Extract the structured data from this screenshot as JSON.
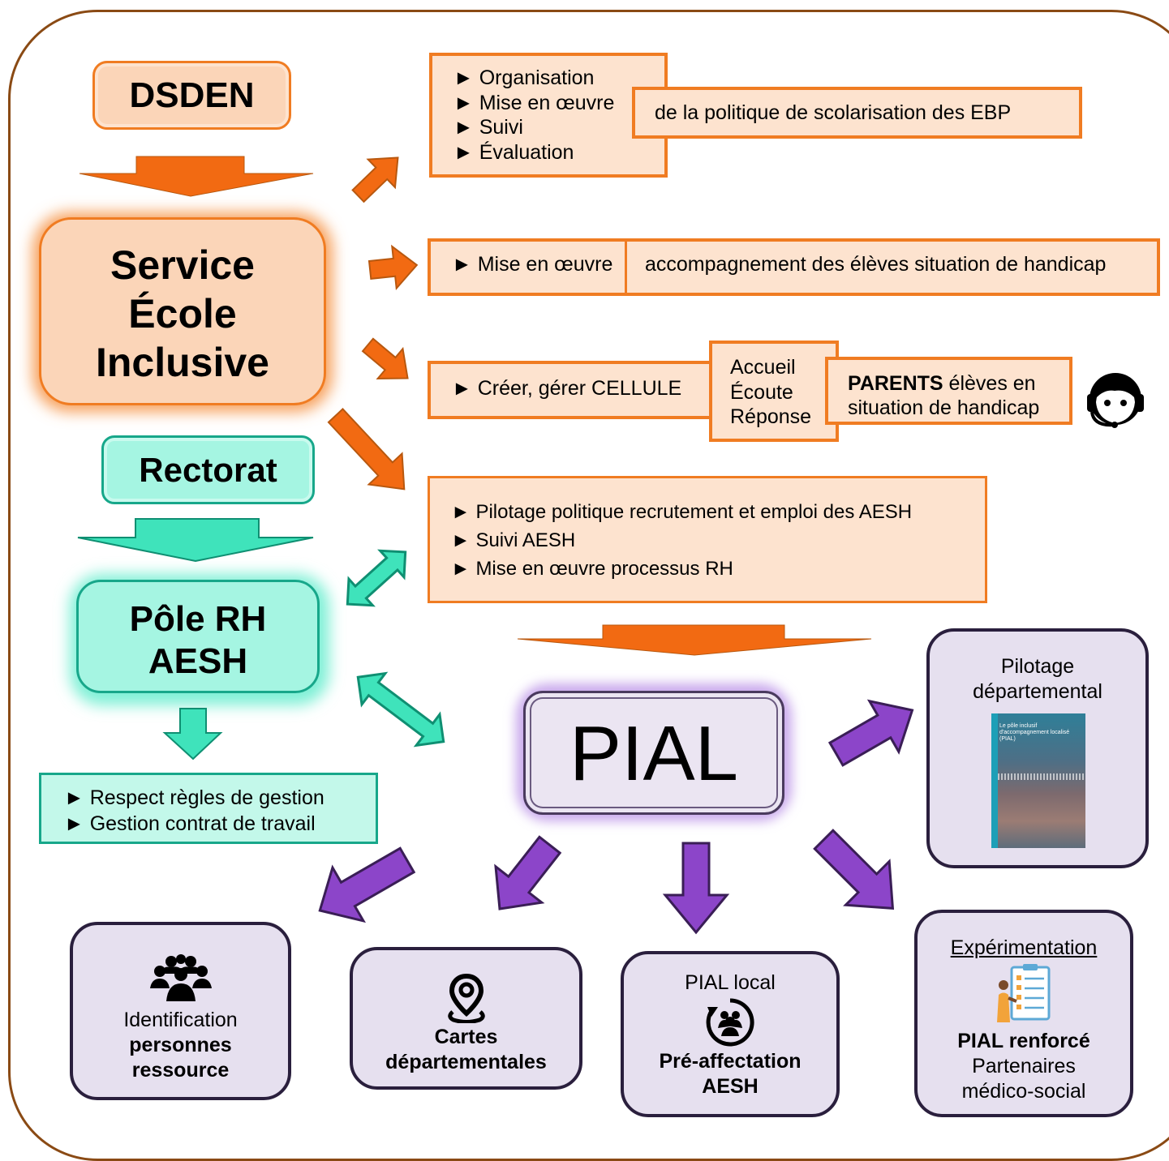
{
  "left": {
    "dsden": "DSDEN",
    "sei": [
      "Service",
      "École",
      "Inclusive"
    ],
    "rectorat": "Rectorat",
    "pole": [
      "Pôle RH",
      "AESH"
    ],
    "gestion": [
      "Respect règles de gestion",
      "Gestion contrat de travail"
    ]
  },
  "right": {
    "box1": {
      "items": [
        "Organisation",
        "Mise en œuvre",
        "Suivi",
        "Évaluation"
      ],
      "detail": "de la politique de scolarisation des EBP"
    },
    "box2": {
      "item": "Mise en œuvre",
      "detail": "accompagnement des élèves situation de handicap"
    },
    "box3": {
      "item": "Créer, gérer CELLULE",
      "accueil": [
        "Accueil",
        "Écoute",
        "Réponse"
      ],
      "parents_bold": "PARENTS",
      "parents_rest": " élèves en",
      "parents_line2": "situation de handicap"
    },
    "box4": {
      "items": [
        "Pilotage politique recrutement et emploi des AESH",
        "Suivi AESH",
        "Mise en œuvre processus RH"
      ]
    }
  },
  "pial": "PIAL",
  "pilotage": {
    "line1": "Pilotage",
    "line2": "départemental",
    "cover_title": "Le pôle inclusif d'accompagnement localisé (PIAL)"
  },
  "identification": {
    "line1": "Identification",
    "line2": "personnes",
    "line3": "ressource"
  },
  "cartes": {
    "line1": "Cartes",
    "line2": "départementales"
  },
  "pial_local": {
    "line1": "PIAL local",
    "line2": "Pré-affectation",
    "line3": "AESH"
  },
  "experimentation": {
    "title": "Expérimentation",
    "line1": "PIAL renforcé",
    "line2": "Partenaires",
    "line3": "médico-social"
  },
  "bullet": "►",
  "icons": [
    "headset-person-icon",
    "group-people-icon",
    "map-pin-icon",
    "people-cycle-icon",
    "checklist-person-icon"
  ],
  "colors": {
    "orange": "#f07c22",
    "teal": "#17a78a",
    "purple": "#8c45c9",
    "frame": "#8a4a14"
  }
}
